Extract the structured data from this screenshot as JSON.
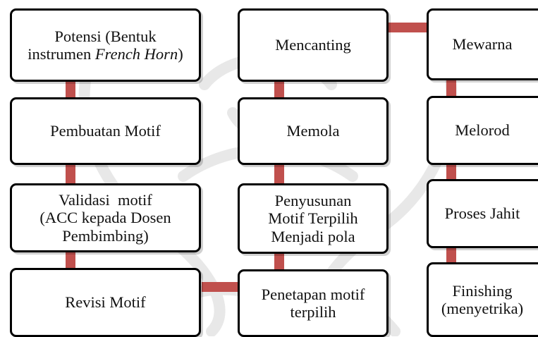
{
  "colors": {
    "connector": "#c0504d",
    "border": "#000000",
    "watermark": "#9a9a9a"
  },
  "steps": {
    "potensi": {
      "text": "Potensi (Bentuk instrumen ",
      "italic": "French Horn",
      "text_after": ")"
    },
    "pembuatan_motif": "Pembuatan Motif",
    "validasi_motif": {
      "line1": "Validasi  motif",
      "line2": "(ACC kepada Dosen",
      "line3": "Pembimbing)"
    },
    "revisi_motif": "Revisi Motif",
    "penetapan_motif": {
      "line1": "Penetapan motif",
      "line2": "terpilih"
    },
    "penyusunan": {
      "line1": "Penyusunan",
      "line2": "Motif Terpilih",
      "line3": "Menjadi pola"
    },
    "memola": "Memola",
    "mencanting": "Mencanting",
    "mewarna": "Mewarna",
    "melorod": "Melorod",
    "proses_jahit": "Proses Jahit",
    "finishing": {
      "line1": "Finishing",
      "line2": "(menyetrika)"
    }
  }
}
